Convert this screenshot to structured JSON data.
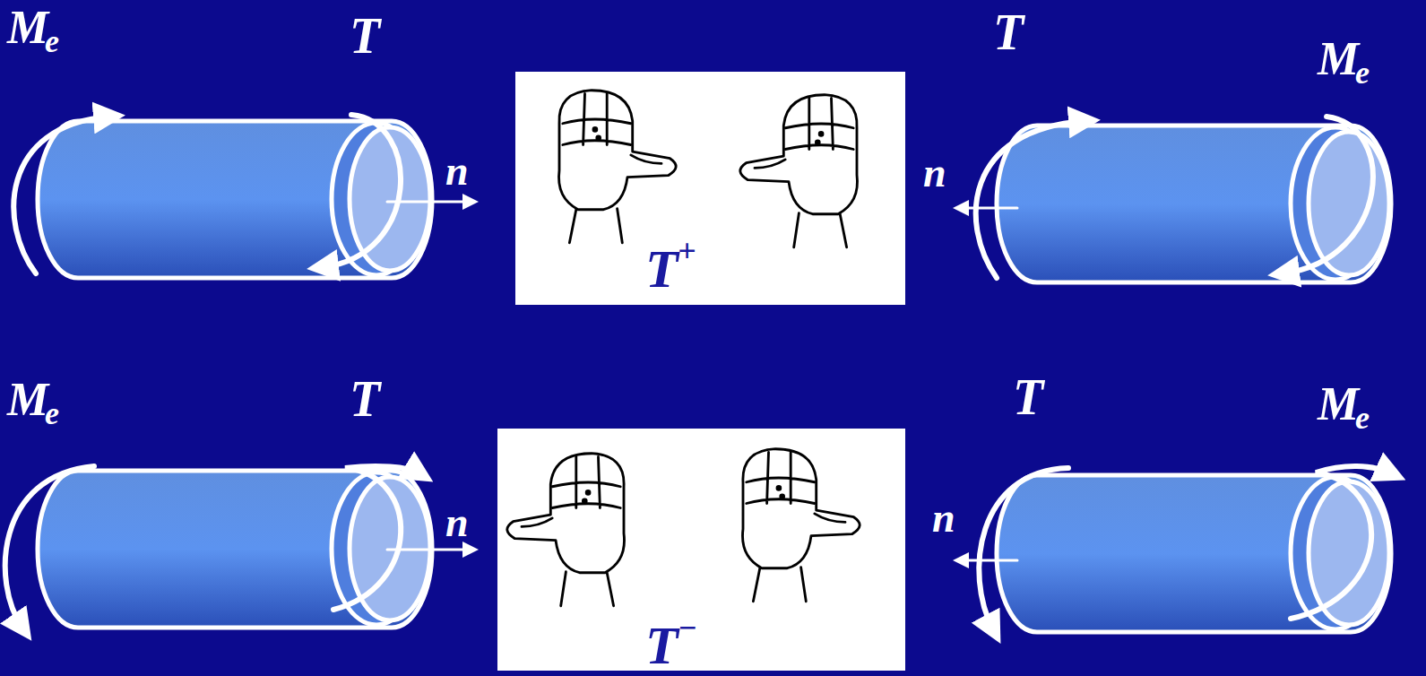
{
  "diagram": {
    "labels": [
      "M",
      "e",
      "T",
      "T",
      "M",
      "e",
      "n",
      "n",
      "T",
      "+",
      "M",
      "e",
      "T",
      "T",
      "M",
      "e",
      "n",
      "n",
      "T",
      "−"
    ]
  }
}
